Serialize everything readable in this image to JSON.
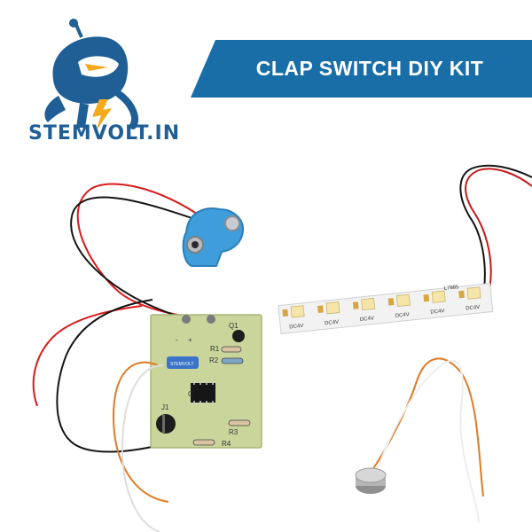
{
  "brand": {
    "name": "STEMVOLT.IN",
    "color": "#1f5f96",
    "mascot_icon": "robot-mascot-icon"
  },
  "title": {
    "text": "CLAP SWITCH DIY KIT",
    "banner_color": "#1a6ea8"
  },
  "pcb": {
    "labels": {
      "q1": "Q1",
      "r1": "R1",
      "r2": "R2",
      "c": "C",
      "j1": "J1",
      "r3": "R3",
      "r4": "R4",
      "plus": "+",
      "minus": "-",
      "brand_sticker": "STEMVOLT"
    },
    "board_color": "#c9d59b"
  },
  "led_strip": {
    "segment_label": "DC4V",
    "part_label": "L7885",
    "segments": 6,
    "board_color": "#f2f2f2"
  },
  "components": [
    "battery-clip",
    "pcb-board",
    "led-strip",
    "microphone"
  ]
}
